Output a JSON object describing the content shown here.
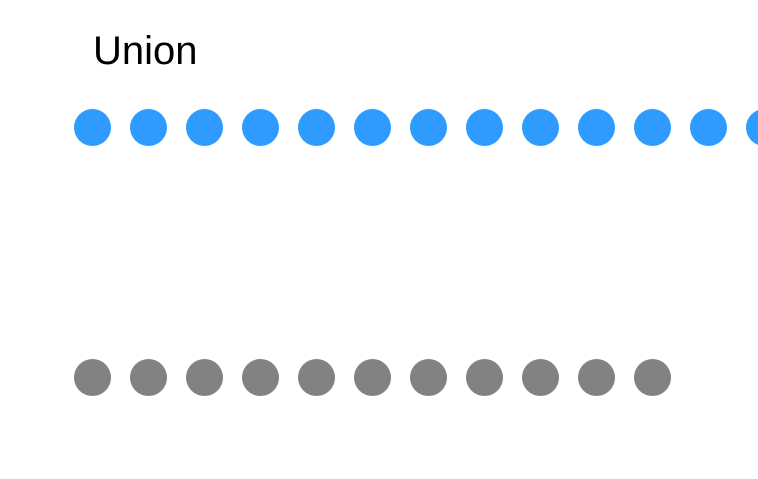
{
  "title": "Union",
  "rows": [
    {
      "name": "blue-dot-row",
      "count": 13,
      "color": "#2f9bff"
    },
    {
      "name": "gray-dot-row",
      "count": 11,
      "color": "#828282"
    }
  ]
}
